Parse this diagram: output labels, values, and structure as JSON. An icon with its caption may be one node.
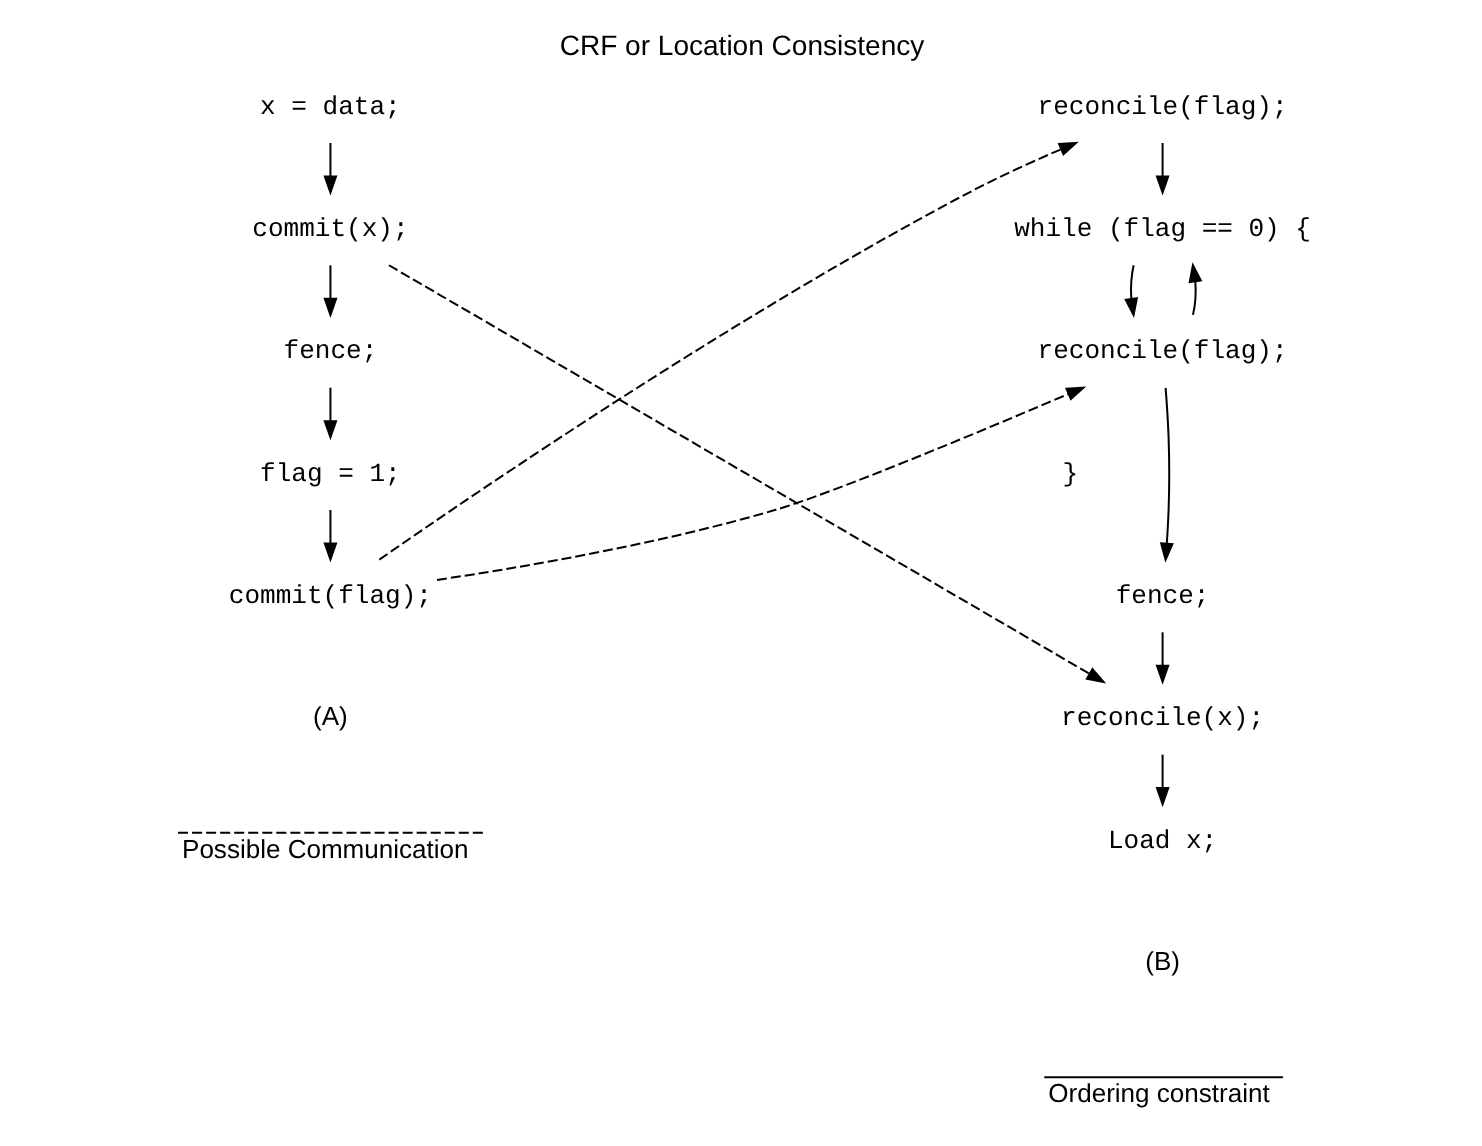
{
  "diagram": {
    "title": "CRF or Location Consistency",
    "nodes": [
      {
        "text": [
          "x = data;"
        ]
      },
      {
        "text": [
          "commit(x);"
        ]
      },
      {
        "text": [
          "fence;"
        ]
      },
      {
        "text": [
          "flag = 1;"
        ]
      },
      {
        "text": [
          "commit(flag);"
        ]
      },
      {
        "text": [
          "reconcile(flag);"
        ]
      },
      {
        "text": [
          "while (flag == 0) {"
        ]
      },
      {
        "text": [
          "reconcile(flag);"
        ]
      },
      {
        "text": [
          "}"
        ]
      },
      {
        "text": [
          "fence;"
        ]
      },
      {
        "text": [
          "reconcile(x);"
        ]
      },
      {
        "text": [
          "Load x;"
        ]
      }
    ],
    "edges": [
      {
        "from": 0,
        "to": 1,
        "arrow": "to"
      },
      {
        "from": 1,
        "to": 2,
        "arrow": "to"
      },
      {
        "from": 2,
        "to": 3,
        "arrow": "to"
      },
      {
        "from": 3,
        "to": 4,
        "arrow": "to"
      },
      {
        "from": 5,
        "to": 6,
        "arrow": "to"
      },
      {
        "from": 6,
        "to": 7,
        "arrow": "to"
      },
      {
        "from": 7,
        "to": 6,
        "arrow": "to"
      },
      {
        "from": 7,
        "to": 9,
        "arrow": "to"
      },
      {
        "from": 9,
        "to": 10,
        "arrow": "to"
      },
      {
        "from": 10,
        "to": 11,
        "arrow": "to"
      },
      {
        "from": 4,
        "to": 5,
        "arrow": "to",
        "style": "dashed"
      },
      {
        "from": 4,
        "to": 7,
        "arrow": "to",
        "style": "dashed"
      },
      {
        "from": 1,
        "to": 10,
        "arrow": "to",
        "style": "dashed"
      }
    ],
    "labels": [
      "(A)",
      "(B)"
    ],
    "legend": [
      {
        "text": "Possible Communication"
      },
      {
        "text": "Ordering constraint"
      }
    ]
  }
}
